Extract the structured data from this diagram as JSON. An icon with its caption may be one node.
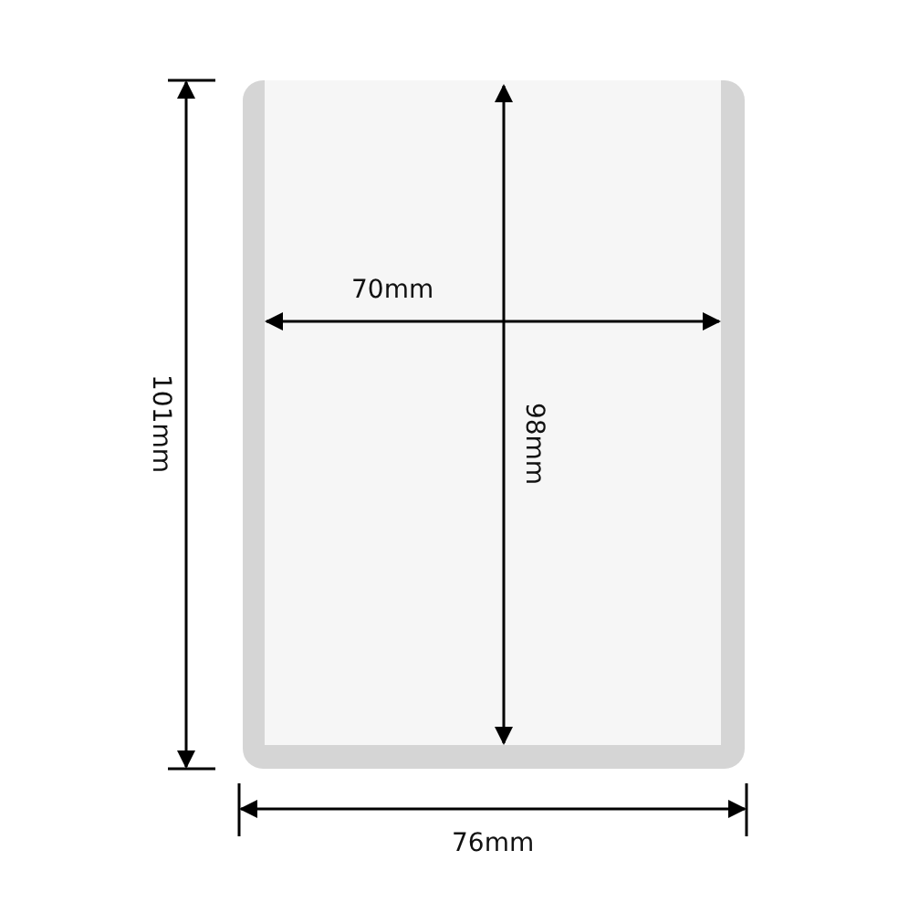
{
  "diagram": {
    "labels": [
      "70mm",
      "101mm",
      "98mm",
      "76mm"
    ]
  }
}
